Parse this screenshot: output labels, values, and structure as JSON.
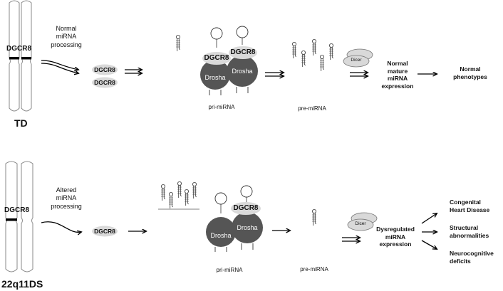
{
  "top": {
    "group_label": "TD",
    "chromosome_label": "DGCR8",
    "processing_label": "Normal\nmiRNA\nprocessing",
    "dgcr8_pill_1": "DGCR8",
    "dgcr8_pill_2": "DGCR8",
    "complex_dgcr8_left": "DGCR8",
    "complex_dgcr8_right": "DGCR8",
    "complex_drosha_left": "Drosha",
    "complex_drosha_right": "Drosha",
    "pri_mirna_label": "pri-miRNA",
    "pre_mirna_label": "pre-miRNA",
    "dicer_label": "Dicer",
    "expression_label": "Normal\nmature\nmiRNA\nexpression",
    "phenotype_label": "Normal\nphenotypes"
  },
  "bottom": {
    "group_label": "22q11DS",
    "chromosome_label": "DGCR8",
    "processing_label": "Altered\nmiRNA\nprocessing",
    "dgcr8_pill": "DGCR8",
    "complex_dgcr8": "DGCR8",
    "complex_drosha_left": "Drosha",
    "complex_drosha_right": "Drosha",
    "pri_mirna_label": "pri-miRNA",
    "pre_mirna_label": "pre-miRNA",
    "dicer_label": "Dicer",
    "expression_label": "Dysregulated\nmiRNA\nexpression",
    "outcome_1": "Congenital\nHeart Disease",
    "outcome_2": "Structural\nabnormalities",
    "outcome_3": "Neurocognitive\ndeficits"
  },
  "colors": {
    "drosha_fill": "#555555",
    "pill_fill": "#d9d9d9",
    "outline": "#8a8a8a",
    "band": "#000000"
  }
}
